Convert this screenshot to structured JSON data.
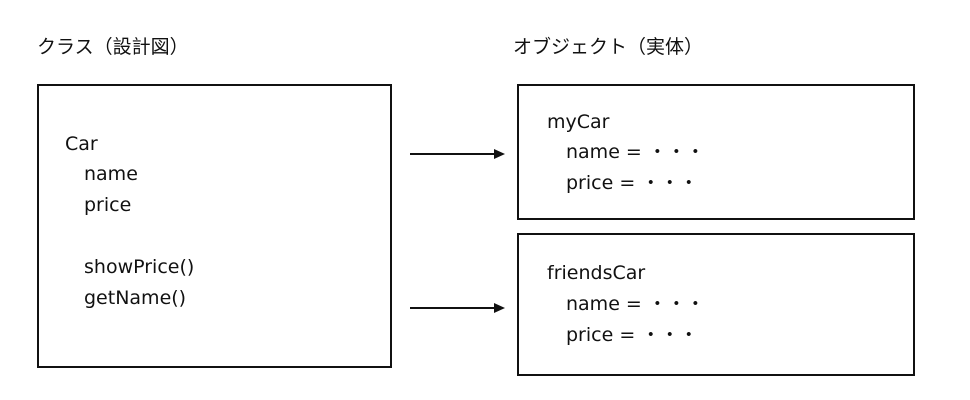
{
  "headings": {
    "class": "クラス（設計図）",
    "object": "オブジェクト（実体）"
  },
  "class_box": {
    "name": "Car",
    "properties": [
      "name",
      "price"
    ],
    "methods": [
      "showPrice()",
      "getName()"
    ]
  },
  "objects": [
    {
      "name": "myCar",
      "fields": [
        {
          "text": "name = ・・・"
        },
        {
          "text": "price  = ・・・"
        }
      ]
    },
    {
      "name": "friendsCar",
      "fields": [
        {
          "text": "name = ・・・"
        },
        {
          "text": "price  = ・・・"
        }
      ]
    }
  ]
}
